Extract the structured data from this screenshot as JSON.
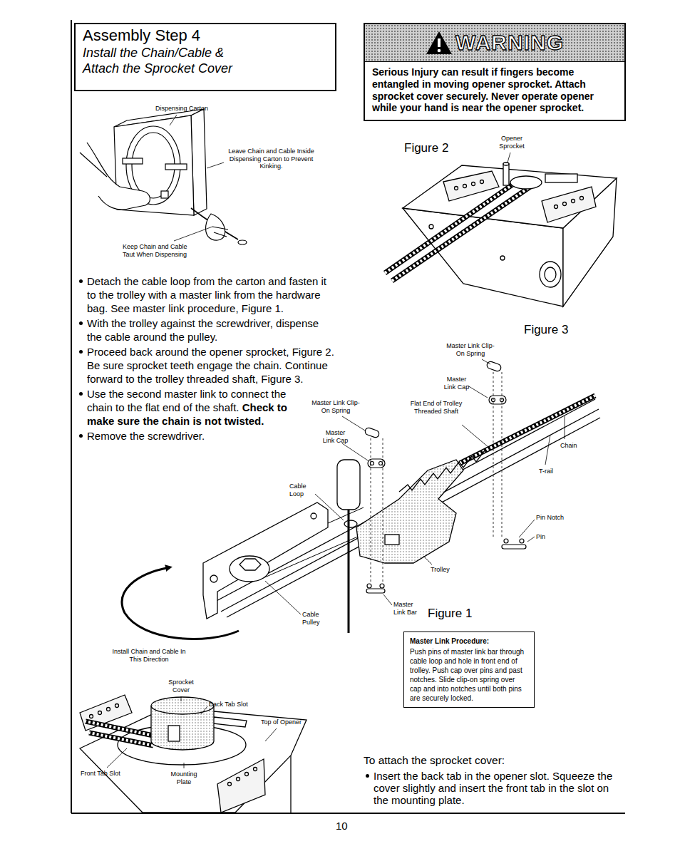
{
  "diagram": {
    "nodes": [
      {
        "text": [
          "Assembly Step 4",
          "Install the Chain/Cable & Attach the Sprocket Cover"
        ]
      },
      {
        "text": [
          "WARNING",
          "Serious Injury can result if fingers become entangled in moving opener sprocket. Attach sprocket cover securely. Never operate opener while your hand is near the opener sprocket."
        ]
      },
      {
        "text": [
          "Master Link Procedure:",
          "Push pins of master link bar through cable loop and hole in front end of trolley. Push cap over pins and past notches. Slide clip-on spring over cap and into notches until both pins are securely locked."
        ]
      }
    ],
    "labels": [
      "Dispensing Carton",
      "Leave Chain and Cable Inside Dispensing Carton to Prevent Kinking.",
      "Keep Chain and Cable Taut When Dispensing",
      "Detach the cable loop from the carton and fasten it to the trolley with a master link from the hardware bag. See master link procedure, Figure 1.",
      "With the trolley against the screwdriver, dispense the cable around the pulley.",
      "Proceed back around the opener sprocket, Figure 2. Be sure sprocket teeth engage the chain. Continue forward to the trolley threaded shaft, Figure 3.",
      "Use the second master link to connect the chain to the flat end of the shaft.",
      "Check to make sure the chain is not twisted.",
      "Remove the screwdriver.",
      "Figure 2",
      "Opener Sprocket",
      "Figure 3",
      "Master Link Clip-On Spring",
      "Master Link Cap",
      "Flat End of Trolley Threaded Shaft",
      "Chain",
      "T-rail",
      "Master Link Clip-On Spring",
      "Master Link Cap",
      "Cable Loop",
      "Pin Notch",
      "Pin",
      "Trolley",
      "Master Link Bar",
      "Cable Pulley",
      "Figure 1",
      "Install Chain and Cable In This Direction",
      "Sprocket Cover",
      "Back Tab Slot",
      "Top of Opener",
      "Front Tab Slot",
      "Mounting Plate",
      "To attach the sprocket cover:",
      "Insert the back tab in the opener slot. Squeeze the cover slightly and insert the front tab in the slot on the mounting plate.",
      "10"
    ]
  }
}
